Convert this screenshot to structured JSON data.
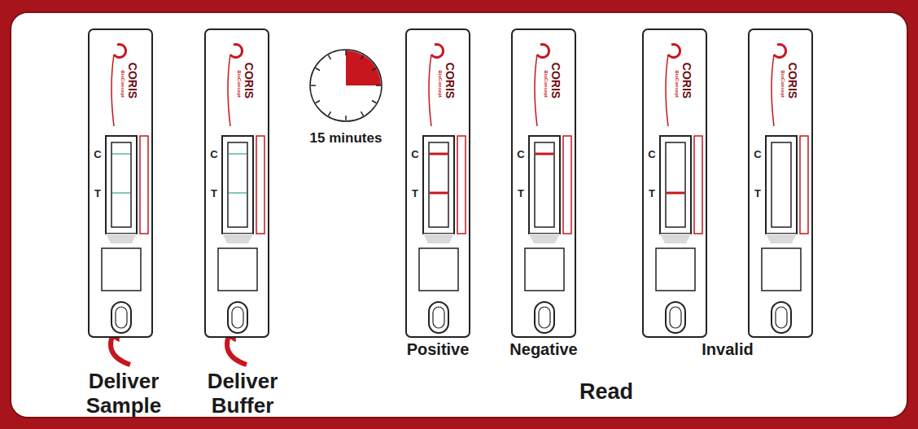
{
  "diagram": {
    "nodes": [
      {
        "text": [
          "CORIS",
          "BioConcept",
          "C",
          "T"
        ]
      },
      {
        "text": [
          "CORIS",
          "BioConcept",
          "C",
          "T"
        ]
      },
      {
        "text": [
          "CORIS",
          "BioConcept",
          "C",
          "T"
        ]
      },
      {
        "text": [
          "CORIS",
          "BioConcept",
          "C",
          "T"
        ]
      },
      {
        "text": [
          "CORIS",
          "BioConcept",
          "C",
          "T"
        ]
      },
      {
        "text": [
          "CORIS",
          "BioConcept",
          "C",
          "T"
        ]
      }
    ],
    "labels": [
      "Deliver Sample",
      "Deliver Buffer",
      "15 minutes",
      "Positive",
      "Negative",
      "Invalid",
      "Read"
    ]
  }
}
